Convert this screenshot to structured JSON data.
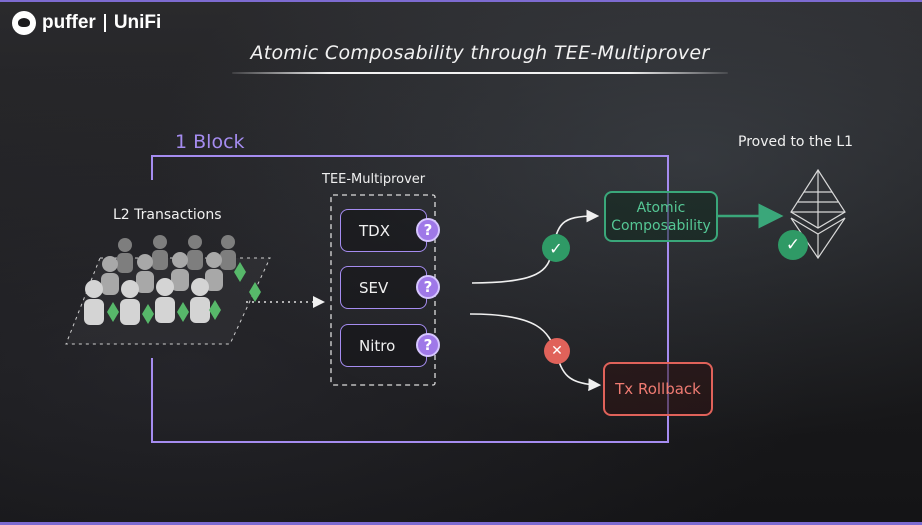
{
  "brand": {
    "name": "puffer",
    "product": "UniFi"
  },
  "title": "Atomic Composability through TEE-Multiprover",
  "block_label": "1 Block",
  "l2_transactions_label": "L2 Transactions",
  "tee_multiprover": {
    "label": "TEE-Multiprover",
    "provers": [
      {
        "name": "TDX",
        "status_glyph": "?"
      },
      {
        "name": "SEV",
        "status_glyph": "?"
      },
      {
        "name": "Nitro",
        "status_glyph": "?"
      }
    ]
  },
  "outcomes": {
    "success": {
      "label": "Atomic Composability",
      "line1": "Atomic",
      "line2": "Composability",
      "badge_glyph": "✓"
    },
    "failure": {
      "label": "Tx Rollback",
      "badge_glyph": "✕"
    }
  },
  "l1": {
    "label": "Proved to the L1",
    "badge_glyph": "✓",
    "icon": "ethereum-icon"
  },
  "colors": {
    "accent_purple": "#a58cf0",
    "success_green": "#3aa77a",
    "failure_red": "#e0625a",
    "frame_border": "#7d6bd1"
  }
}
